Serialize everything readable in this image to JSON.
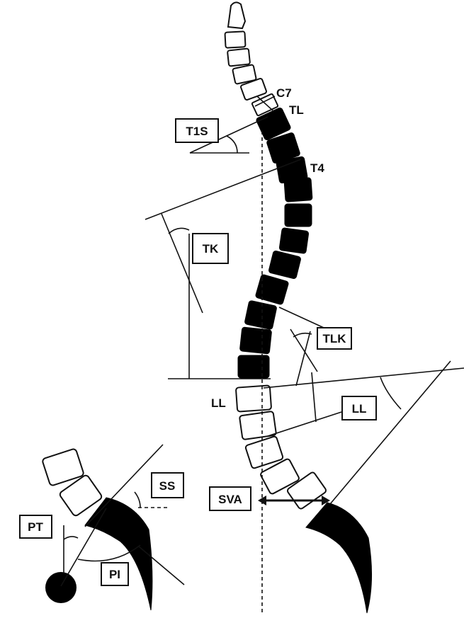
{
  "labels": {
    "c7": "C7",
    "t1": "TL",
    "t4": "T4",
    "t1s": "T1S",
    "tk": "TK",
    "tlk": "TLK",
    "ll_box": "LL",
    "ll_plain": "LL",
    "sva": "SVA",
    "ss": "SS",
    "pt": "PT",
    "pi": "PI"
  }
}
